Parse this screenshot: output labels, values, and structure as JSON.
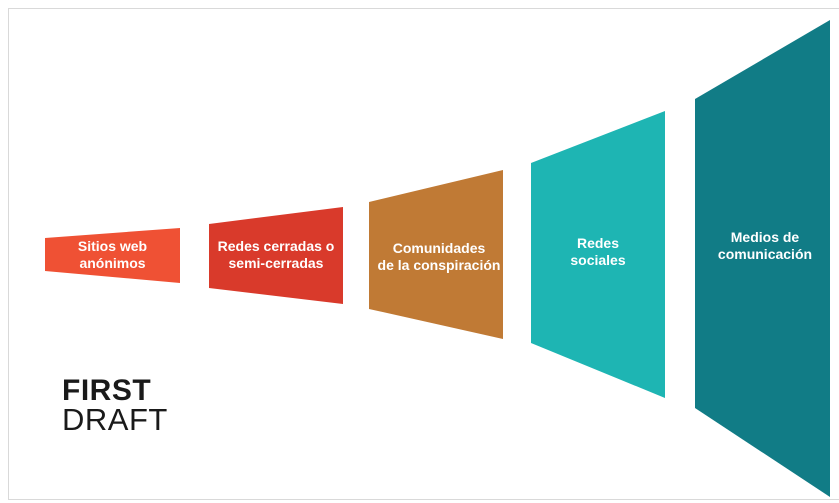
{
  "diagram": {
    "stages": [
      {
        "label": "Sitios web\nanónimos",
        "color": "#ef5134"
      },
      {
        "label": "Redes cerradas o\nsemi-cerradas",
        "color": "#d93a2b"
      },
      {
        "label": "Comunidades\nde la conspiración",
        "color": "#c07a35"
      },
      {
        "label": "Redes\nsociales",
        "color": "#1eb5b3"
      },
      {
        "label": "Medios de\ncomunicación",
        "color": "#117c86"
      }
    ]
  },
  "logo": {
    "line1": "FIRST",
    "line2": "DRAFT"
  }
}
